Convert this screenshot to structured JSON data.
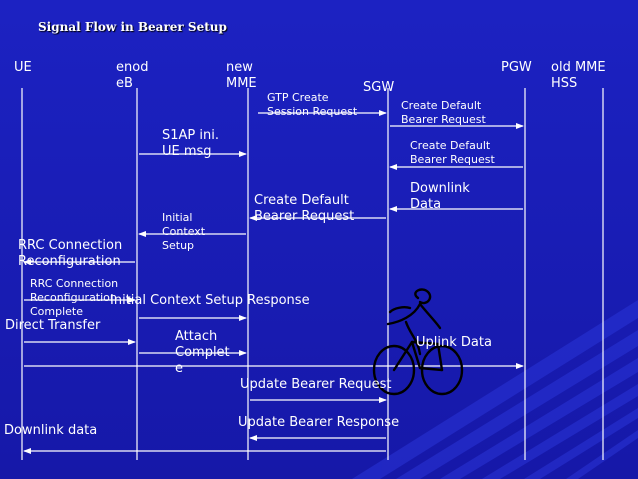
{
  "title": "Signal Flow in Bearer Setup",
  "entities": {
    "ue": "UE",
    "enodeb": "enod\neB",
    "new_mme": "new\nMME",
    "sgw": "SGW",
    "pgw": "PGW",
    "old_mme_hss": "old MME\nHSS"
  },
  "messages": {
    "gtp_create_session_request": "GTP Create\nSession Request",
    "create_default_bearer_request_1": "Create Default\nBearer Request",
    "create_default_bearer_request_2": "Create Default\nBearer Request",
    "s1ap_initial_ue_msg": "S1AP ini.\nUE msg",
    "downlink_data_pgw": "Downlink\nData",
    "create_default_bearer_request_3": "Create Default\nBearer Request",
    "initial_context_setup": "Initial\nContext\nSetup",
    "rrc_connection_reconfiguration": "RRC Connection\nReconfiguration",
    "rrc_connection_reconfiguration_complete": "RRC Connection\nReconfiguration\nComplete",
    "initial_context_setup_response": "Initial Context Setup Response",
    "direct_transfer": "Direct Transfer",
    "attach_complete": "Attach\nComplet\ne",
    "uplink_data": "Uplink Data",
    "update_bearer_request": "Update Bearer Request",
    "update_bearer_response": "Update Bearer Response",
    "downlink_data_ue": "Downlink data"
  },
  "colors": {
    "background": "#1a1fb8",
    "text": "#ffffff",
    "lines": "#ffffff",
    "stripes": "#2a35e0"
  }
}
